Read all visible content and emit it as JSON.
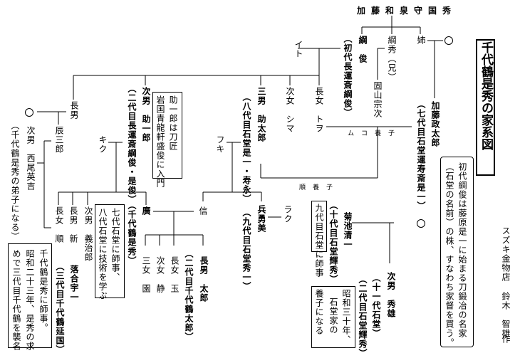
{
  "title": "千代鶴是秀の家系図",
  "root": "加藤和泉守国秀",
  "persons": {
    "tsunatoshi": "綱　俊",
    "tsunatoshi_title": "（初代長運斎綱俊）",
    "tsunahide": "綱秀（兄）",
    "koyama": "固山宗次",
    "ane": "姉",
    "masataro": "加藤政太郎",
    "masataro_title": "（七代目石堂運寿斎是一）",
    "ito": "イト",
    "chojo_towo": "長女　トヲ",
    "jijo_shima": "次女　シマ",
    "sannan_sukétaro": "三男　助太郎",
    "sukétaro_title": "（八代目石堂是一・寿永）",
    "jinan_suke_ichiro": "次男　助一郎",
    "suke_ichiro_title": "（二代目長運斎綱俊・是俊）",
    "chonan": "長男",
    "tatsusaburo": "辰三郎",
    "jinan_nishio": "次男　西尾英吉",
    "nishio_note": "（千代鶴是秀の弟子になる）",
    "kiku": "キク",
    "fuki": "フキ",
    "hiro": "廣",
    "hiro_title": "（千代鶴是秀）",
    "nobu": "信",
    "chojo_jun": "長女　順",
    "chonan_shin": "長男　新",
    "jinan_gijiro": "次男　義治郎",
    "ochiai": "落合宇一",
    "ochiai_title": "（三代目千代鶴延国）",
    "sanjo_sono": "三女　園",
    "jijo_shizu": "次女　静",
    "chojo_tama": "長女　玉",
    "chonan_taro": "長男　太郎",
    "taro_title": "（二代目千代鶴太郎）",
    "raku": "ラク",
    "hirai": "兵勇美",
    "hirai_title": "（九代目石堂秀一）",
    "kikuchi": "菊池清一",
    "kikuchi_title": "（十代目石堂輝秀）",
    "jinan_hideo": "次男　秀雄",
    "hideo_title1": "（十一代石堂）",
    "hideo_title2": "（二代目石堂輝秀）"
  },
  "labels": {
    "muko_yoshi": "ムコ養子",
    "jun_yoshi": "順養子"
  },
  "notes": {
    "suke_ichiro": [
      "助一郎は刀匠",
      "岩国青龍軒盛俊に入門"
    ],
    "hiro": [
      "七代石堂に師事、",
      "八代石堂に技術を学ぶ"
    ],
    "ochiai": [
      "千代鶴是秀に師事。",
      "昭和二十三年、是秀の求",
      "めで三代目千代鶴を襲名"
    ],
    "kikuchi": [
      "九代目石堂に師事"
    ],
    "hideo": [
      "昭和三十年、",
      "石堂家の",
      "養子になる"
    ],
    "scroll": [
      "初代綱俊は藤原是一に始まる刀鍛冶の名家",
      "（石堂の名前）の株、すなわち家督を買う。"
    ]
  },
  "credit": {
    "shop": "スズキ金物店",
    "author": "鈴木　智雄",
    "saku": "作"
  }
}
